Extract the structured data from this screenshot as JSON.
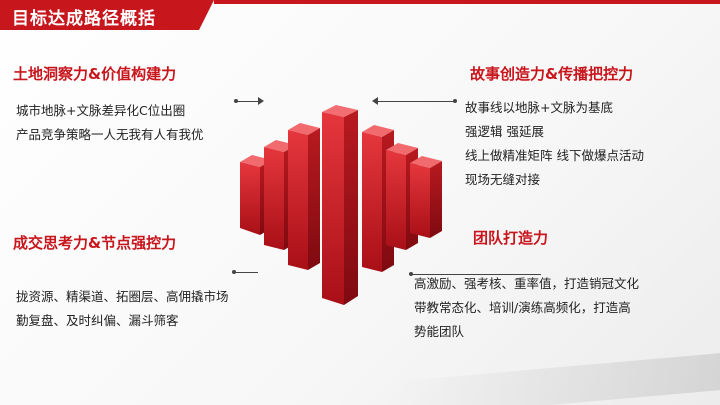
{
  "title": "目标达成路径概括",
  "colors": {
    "accent": "#c8161d",
    "text": "#222222"
  },
  "sections": [
    {
      "heading": "土地洞察力&价值构建力",
      "lines": [
        "城市地脉+文脉差异化C位出圈",
        "产品竞争策略一人无我有人有我优"
      ]
    },
    {
      "heading": "故事创造力&传播把控力",
      "lines": [
        "故事线以地脉+文脉为基底",
        "强逻辑 强延展",
        "线上做精准矩阵 线下做爆点活动",
        "现场无缝对接"
      ]
    },
    {
      "heading": "成交思考力&节点强控力",
      "lines": [
        "拢资源、精渠道、拓圈层、高佣撬市场",
        "勤复盘、及时纠偏、漏斗筛客"
      ]
    },
    {
      "heading": "团队打造力",
      "lines": [
        "高激励、强考核、重率值，打造销冠文化",
        "带教常态化、培训/演练高频化，打造高",
        "势能团队"
      ]
    }
  ],
  "graphic": {
    "icon": "red-3d-bars-icon",
    "bars": 7
  }
}
